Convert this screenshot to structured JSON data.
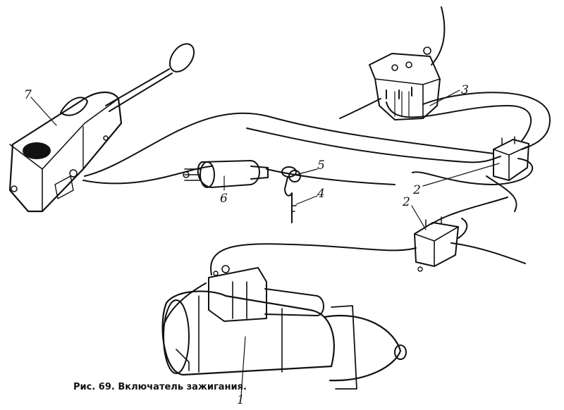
{
  "figure": {
    "caption": "Рис. 69. Включатель зажигания.",
    "callouts": {
      "starter": "1",
      "relay_upper": "2",
      "relay_lower": "2",
      "relay_box": "3",
      "key": "4",
      "key_ring": "5",
      "ignition_switch": "6",
      "lever_switch": "7"
    }
  }
}
